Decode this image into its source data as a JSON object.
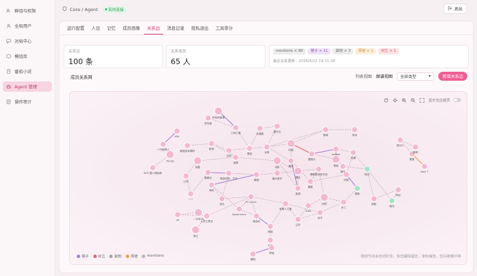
{
  "sidebar": {
    "items": [
      {
        "label": "群组与权限",
        "icon": "users-icon"
      },
      {
        "label": "全局用户",
        "icon": "user-icon"
      },
      {
        "label": "对局中心",
        "icon": "chat-icon"
      },
      {
        "label": "模组库",
        "icon": "cube-icon"
      },
      {
        "label": "番茄小说",
        "icon": "book-icon"
      },
      {
        "label": "Agent 管理",
        "icon": "bot-icon"
      },
      {
        "label": "操作审计",
        "icon": "log-icon"
      }
    ]
  },
  "topbar": {
    "breadcrumb": "Core / Agent",
    "status": "实时连接",
    "logout": "退出"
  },
  "tabs": [
    "运行配置",
    "人设",
    "记忆",
    "成员画像",
    "关系边",
    "消息记录",
    "隐私退出",
    "工具审计"
  ],
  "stats": {
    "edges_label": "关系边",
    "edges_value": "100 条",
    "members_label": "关系成员",
    "members_value": "65 人"
  },
  "chips": [
    {
      "label": "mentions × 80",
      "bg": "#ececec",
      "fg": "#666666"
    },
    {
      "label": "搭子 × 11",
      "bg": "#efe3f7",
      "fg": "#8a56b5"
    },
    {
      "label": "其他 × 3",
      "bg": "#ececec",
      "fg": "#666666"
    },
    {
      "label": "师徒 × 1",
      "bg": "#fbefdc",
      "fg": "#c98a2a"
    },
    {
      "label": "对立 × 1",
      "bg": "#fde4e6",
      "fg": "#d2495b"
    }
  ],
  "last_update": "最近关系更新：2026/4/23 19:11:28",
  "section_title": "成员关系网",
  "view": {
    "list": "列表视图",
    "graph": "图谱视图",
    "filter": "全部类型",
    "new_button": "新增关系边"
  },
  "graph_tools": {
    "isolated_label": "显示无边成员"
  },
  "legend": [
    {
      "label": "搭子",
      "color": "#a481cf"
    },
    {
      "label": "对立",
      "color": "#e26670"
    },
    {
      "label": "其他",
      "color": "#a6a6a6"
    },
    {
      "label": "师徒",
      "color": "#e0a448"
    },
    {
      "label": "mentions",
      "color": "#b8b8b8"
    }
  ],
  "hint": "拖动节点会自动钉住，双击解除固定，滚轮缩放，空白拖拽平移",
  "accent": "#ee5e93",
  "nodes": [
    {
      "label": "侍吾的故事"
    },
    {
      "label": "发布者"
    },
    {
      "label": "少府小黑"
    },
    {
      "label": "水碧星"
    },
    {
      "label": "藏行云"
    },
    {
      "label": "sDk"
    },
    {
      "label": "一只散养人"
    },
    {
      "label": "Young"
    },
    {
      "label": "DFX 盟人物画师"
    },
    {
      "label": "栽培技术源码"
    },
    {
      "label": "慈悲"
    },
    {
      "label": "吉祥"
    },
    {
      "label": "雪语"
    },
    {
      "label": "冰夜"
    },
    {
      "label": "时辰"
    },
    {
      "label": "慢慢大"
    },
    {
      "label": "雪域"
    },
    {
      "label": "lanzalo"
    },
    {
      "label": "浩瀚"
    },
    {
      "label": "阳光"
    },
    {
      "label": "理解更深的东西"
    },
    {
      "label": "腾讯"
    },
    {
      "label": "最大数字"
    },
    {
      "label": "最强"
    },
    {
      "label": "精准匹配 - 打字"
    },
    {
      "label": "乘着光"
    },
    {
      "label": "Fu Lynnx"
    },
    {
      "label": "我是人人爱"
    },
    {
      "label": "一日本水"
    },
    {
      "label": "zd"
    },
    {
      "label": "入梦之界光"
    },
    {
      "label": "雨游记"
    },
    {
      "label": "网络"
    },
    {
      "label": "尘外"
    },
    {
      "label": "Alex"
    },
    {
      "label": "向阳"
    },
    {
      "label": "孙三"
    },
    {
      "label": "雾影"
    },
    {
      "label": "听雨"
    },
    {
      "label": "丽影"
    },
    {
      "label": "微光"
    },
    {
      "label": "风铃"
    },
    {
      "label": "青瓷"
    },
    {
      "label": "落叶"
    },
    {
      "label": "Alex 7"
    },
    {
      "label": "繁星"
    },
    {
      "label": "夜归人"
    },
    {
      "label": "黎明"
    },
    {
      "label": "林深"
    },
    {
      "label": "书生"
    },
    {
      "label": "蓝调"
    },
    {
      "label": "晨光"
    },
    {
      "label": "晨星"
    },
    {
      "label": "海风"
    },
    {
      "label": "Nevermore"
    },
    {
      "label": "月影"
    },
    {
      "label": "青灯"
    },
    {
      "label": "暖阳"
    },
    {
      "label": "梦境"
    },
    {
      "label": "远方"
    },
    {
      "label": "一一"
    },
    {
      "label": "山河"
    },
    {
      "label": "迷雾"
    },
    {
      "label": "孤星"
    },
    {
      "label": "流光"
    }
  ]
}
